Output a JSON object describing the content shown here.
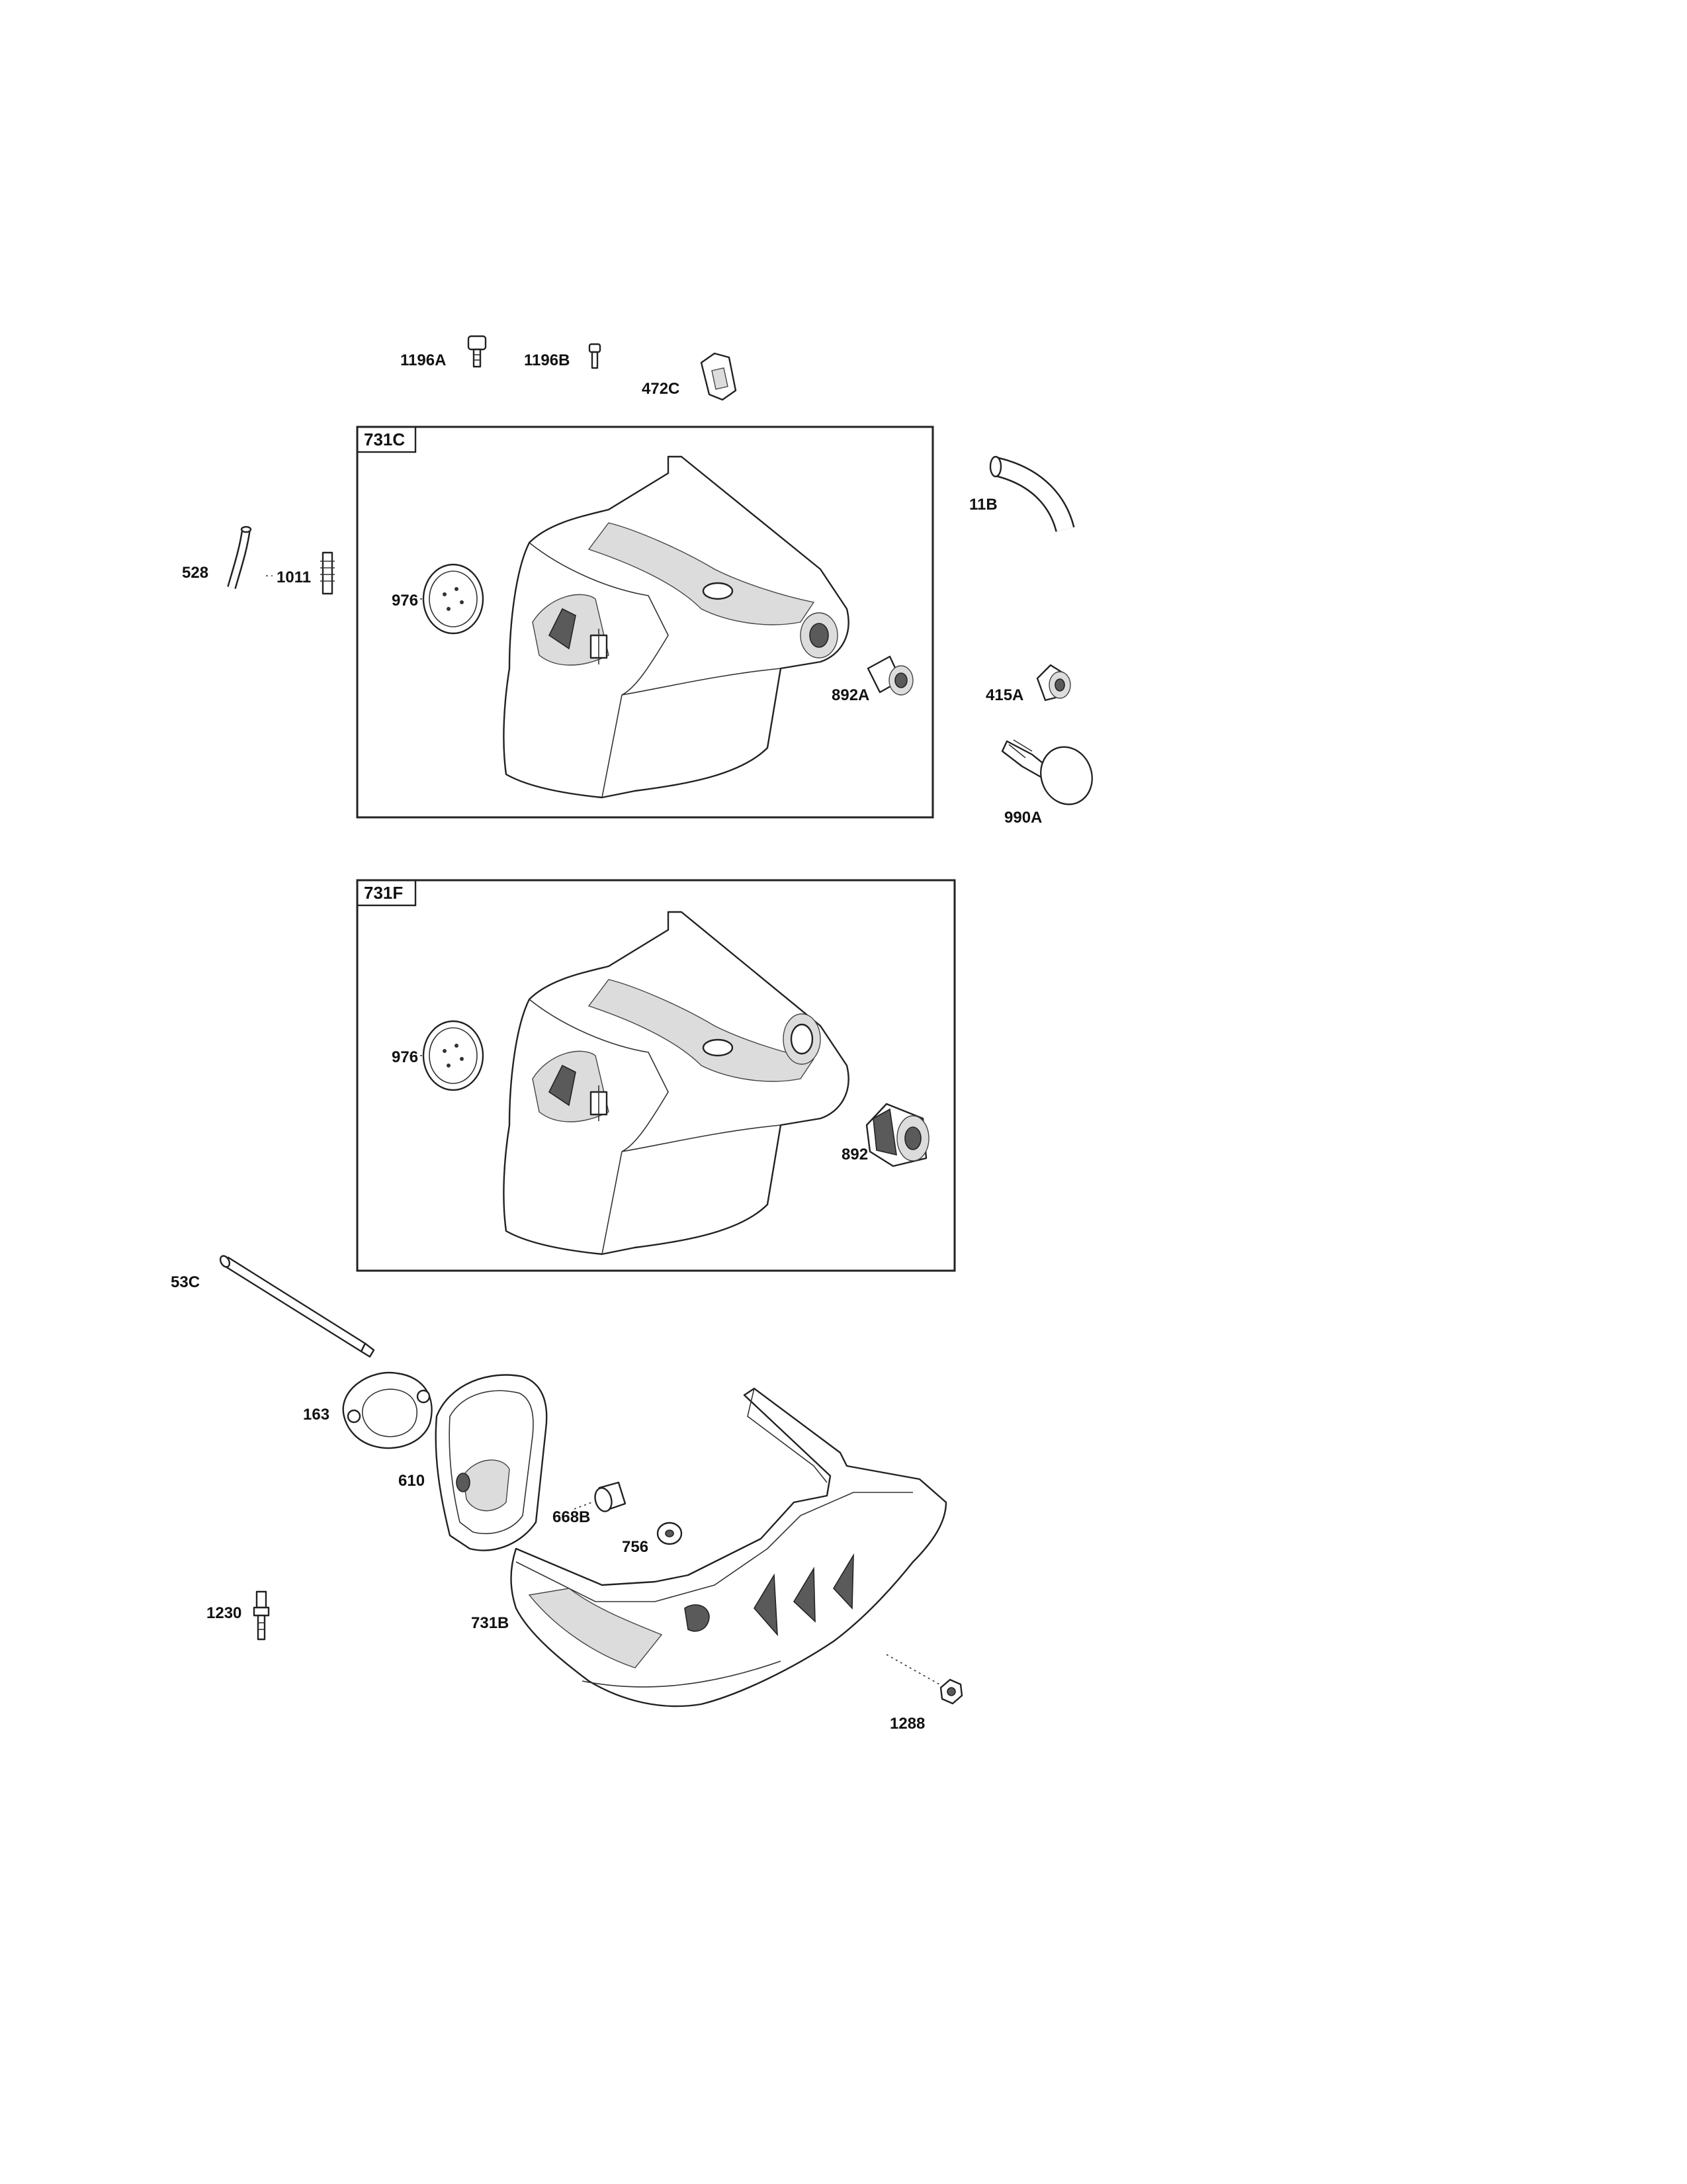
{
  "diagram": {
    "boxes": [
      {
        "id": "box-731c",
        "label": "731C"
      },
      {
        "id": "box-731f",
        "label": "731F"
      }
    ],
    "part_labels": {
      "p1196a": "1196A",
      "p1196b": "1196B",
      "p472c": "472C",
      "p11b": "11B",
      "p528": "528",
      "p1011": "1011",
      "p976_top": "976",
      "p892a": "892A",
      "p415a": "415A",
      "p990a": "990A",
      "p976_bottom": "976",
      "p892": "892",
      "p53c": "53C",
      "p163": "163",
      "p610": "610",
      "p668b": "668B",
      "p756": "756",
      "p1230": "1230",
      "p731b": "731B",
      "p1288": "1288"
    }
  }
}
